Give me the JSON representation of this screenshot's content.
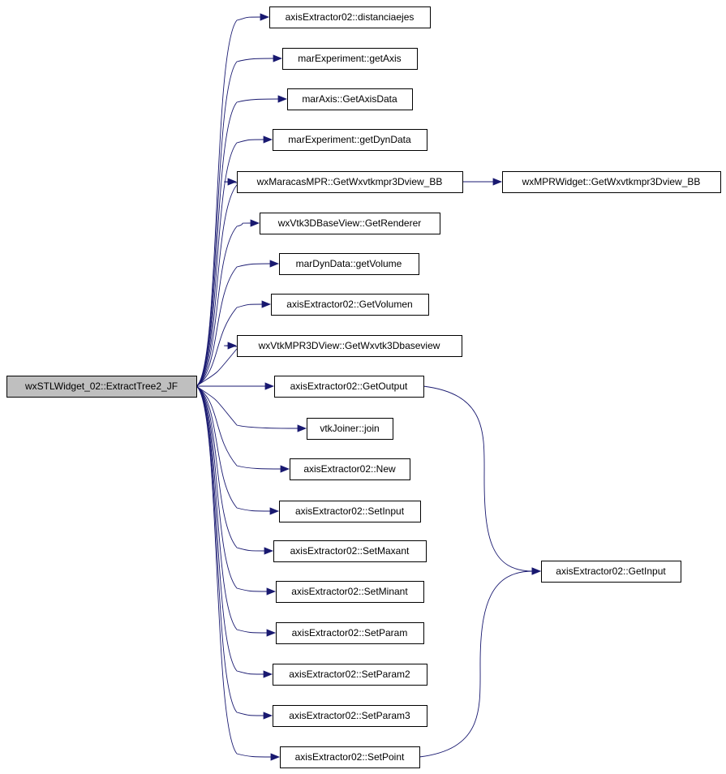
{
  "diagram": {
    "colors": {
      "edge": "#191970",
      "root_fill": "#bfbfbf",
      "node_fill": "#ffffff",
      "node_border": "#000000"
    },
    "nodes": [
      {
        "id": "root",
        "label": "wxSTLWidget_02::ExtractTree2_JF",
        "root": true
      },
      {
        "id": "distanciaejes",
        "label": "axisExtractor02::distanciaejes"
      },
      {
        "id": "getAxis",
        "label": "marExperiment::getAxis"
      },
      {
        "id": "GetAxisData",
        "label": "marAxis::GetAxisData"
      },
      {
        "id": "getDynData",
        "label": "marExperiment::getDynData"
      },
      {
        "id": "mprBB",
        "label": "wxMaracasMPR::GetWxvtkmpr3Dview_BB"
      },
      {
        "id": "widgetBB",
        "label": "wxMPRWidget::GetWxvtkmpr3Dview_BB"
      },
      {
        "id": "GetRenderer",
        "label": "wxVtk3DBaseView::GetRenderer"
      },
      {
        "id": "getVolume",
        "label": "marDynData::getVolume"
      },
      {
        "id": "GetVolumen",
        "label": "axisExtractor02::GetVolumen"
      },
      {
        "id": "GetWxvtk3Dbaseview",
        "label": "wxVtkMPR3DView::GetWxvtk3Dbaseview"
      },
      {
        "id": "GetOutput",
        "label": "axisExtractor02::GetOutput"
      },
      {
        "id": "join",
        "label": "vtkJoiner::join"
      },
      {
        "id": "New",
        "label": "axisExtractor02::New"
      },
      {
        "id": "SetInput",
        "label": "axisExtractor02::SetInput"
      },
      {
        "id": "SetMaxant",
        "label": "axisExtractor02::SetMaxant"
      },
      {
        "id": "SetMinant",
        "label": "axisExtractor02::SetMinant"
      },
      {
        "id": "SetParam",
        "label": "axisExtractor02::SetParam"
      },
      {
        "id": "SetParam2",
        "label": "axisExtractor02::SetParam2"
      },
      {
        "id": "SetParam3",
        "label": "axisExtractor02::SetParam3"
      },
      {
        "id": "SetPoint",
        "label": "axisExtractor02::SetPoint"
      },
      {
        "id": "GetInput",
        "label": "axisExtractor02::GetInput"
      }
    ],
    "edges": [
      [
        "root",
        "distanciaejes"
      ],
      [
        "root",
        "getAxis"
      ],
      [
        "root",
        "GetAxisData"
      ],
      [
        "root",
        "getDynData"
      ],
      [
        "root",
        "mprBB"
      ],
      [
        "mprBB",
        "widgetBB"
      ],
      [
        "root",
        "GetRenderer"
      ],
      [
        "root",
        "getVolume"
      ],
      [
        "root",
        "GetVolumen"
      ],
      [
        "root",
        "GetWxvtk3Dbaseview"
      ],
      [
        "root",
        "GetOutput"
      ],
      [
        "GetOutput",
        "GetInput"
      ],
      [
        "root",
        "join"
      ],
      [
        "root",
        "New"
      ],
      [
        "root",
        "SetInput"
      ],
      [
        "root",
        "SetMaxant"
      ],
      [
        "root",
        "SetMinant"
      ],
      [
        "root",
        "SetParam"
      ],
      [
        "root",
        "SetParam2"
      ],
      [
        "root",
        "SetParam3"
      ],
      [
        "root",
        "SetPoint"
      ],
      [
        "SetPoint",
        "GetInput"
      ]
    ]
  }
}
